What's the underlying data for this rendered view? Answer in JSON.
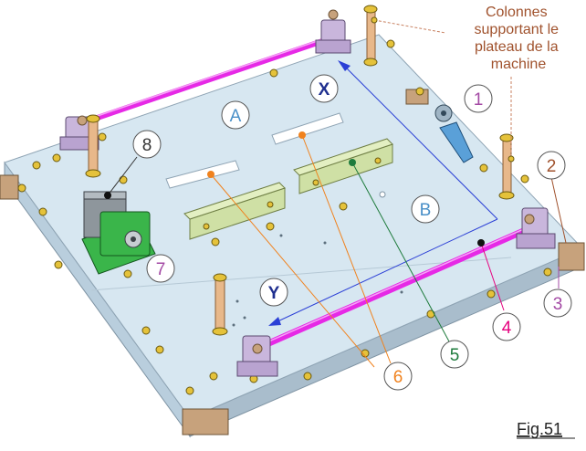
{
  "annotation": {
    "lines": [
      "Colonnes",
      "supportant le",
      "plateau de la",
      "machine"
    ],
    "color": "#a0522d"
  },
  "figure_label": "Fig.51",
  "callouts": [
    {
      "id": "c1",
      "text": "1",
      "color": "#a349a4"
    },
    {
      "id": "c2",
      "text": "2",
      "color": "#a0522d"
    },
    {
      "id": "c3",
      "text": "3",
      "color": "#a349a4"
    },
    {
      "id": "c4",
      "text": "4",
      "color": "#e6007e"
    },
    {
      "id": "c5",
      "text": "5",
      "color": "#1e7b3c"
    },
    {
      "id": "c6",
      "text": "6",
      "color": "#f0821e"
    },
    {
      "id": "c7",
      "text": "7",
      "color": "#a349a4"
    },
    {
      "id": "c8",
      "text": "8",
      "color": "#333333"
    },
    {
      "id": "cA",
      "text": "A",
      "color": "#4a90c8"
    },
    {
      "id": "cB",
      "text": "B",
      "color": "#4a90c8"
    },
    {
      "id": "cX",
      "text": "X",
      "color": "#1f2f8f"
    },
    {
      "id": "cY",
      "text": "Y",
      "color": "#1f2f8f"
    }
  ],
  "colors": {
    "plate": "#d7e7f1",
    "plate_edge": "#a9bccb",
    "rail": "#e629e6",
    "block": "#c9b6dc",
    "foot": "#c7a27c",
    "bracket": "#cfe0a5",
    "motor": "#3ab54a",
    "column": "#e8b88a",
    "axis_arrow": "#2b3fd6"
  }
}
